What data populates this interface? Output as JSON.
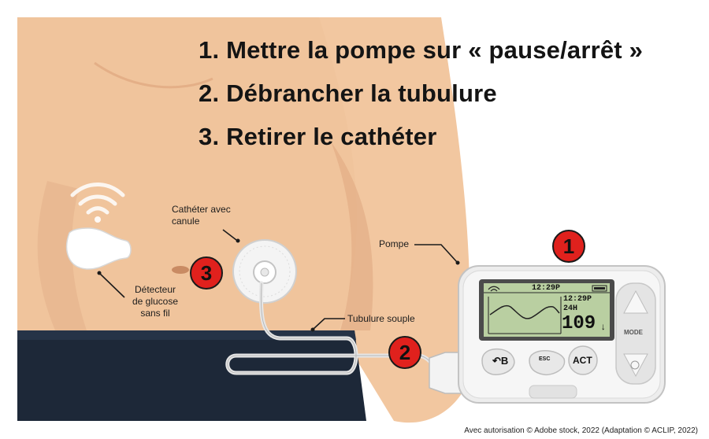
{
  "steps": [
    "1. Mettre la pompe sur « pause/arrêt »",
    "2. Débrancher la tubulure",
    "3. Retirer le cathéter"
  ],
  "labels": {
    "catheter_line1": "Cathéter avec",
    "catheter_line2": "canule",
    "detector_line1": "Détecteur",
    "detector_line2": "de glucose",
    "detector_line3": "sans fil",
    "tubing": "Tubulure souple",
    "pump": "Pompe"
  },
  "badges": {
    "pump": "1",
    "tubing": "2",
    "catheter": "3"
  },
  "pump_screen": {
    "status_time": "12:29P",
    "time": "12:29P",
    "period": "24H",
    "glucose": "109",
    "trend": "↓"
  },
  "pump_buttons": {
    "bolus": "B",
    "esc": "ESC",
    "act": "ACT",
    "mode": "MODE"
  },
  "credit": "Avec autorisation © Adobe stock, 2022 (Adaptation © ACLIP, 2022)",
  "colors": {
    "skin": "#f0c49c",
    "skin_shadow": "#dea67c",
    "pants": "#1d2838",
    "badge_red": "#e0211d",
    "lcd_green": "#b9cfa1"
  }
}
